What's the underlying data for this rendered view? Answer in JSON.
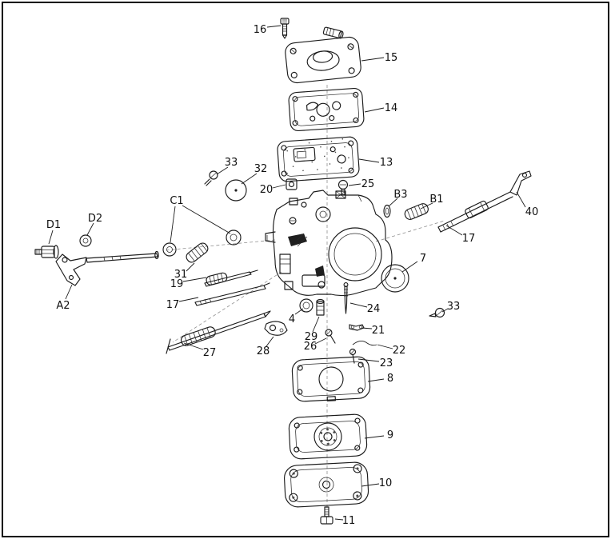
{
  "page": {
    "background": "#ffffff",
    "ink_color": "#1b1b1b",
    "border_color": "#000000"
  },
  "diagram": {
    "kind": "exploded-parts-diagram",
    "subject": "carburetor assembly",
    "labels": [
      {
        "text": "16"
      },
      {
        "text": "15"
      },
      {
        "text": "14"
      },
      {
        "text": "13"
      },
      {
        "text": "25"
      },
      {
        "text": "20"
      },
      {
        "text": "32"
      },
      {
        "text": "33"
      },
      {
        "text": "B3"
      },
      {
        "text": "B1"
      },
      {
        "text": "40"
      },
      {
        "text": "17"
      },
      {
        "text": "C1"
      },
      {
        "text": "D1"
      },
      {
        "text": "D2"
      },
      {
        "text": "A2"
      },
      {
        "text": "31"
      },
      {
        "text": "19"
      },
      {
        "text": "17"
      },
      {
        "text": "27"
      },
      {
        "text": "4"
      },
      {
        "text": "28"
      },
      {
        "text": "29"
      },
      {
        "text": "26"
      },
      {
        "text": "24"
      },
      {
        "text": "21"
      },
      {
        "text": "22"
      },
      {
        "text": "23"
      },
      {
        "text": "7"
      },
      {
        "text": "33"
      },
      {
        "text": "8"
      },
      {
        "text": "9"
      },
      {
        "text": "10"
      },
      {
        "text": "11"
      }
    ]
  }
}
